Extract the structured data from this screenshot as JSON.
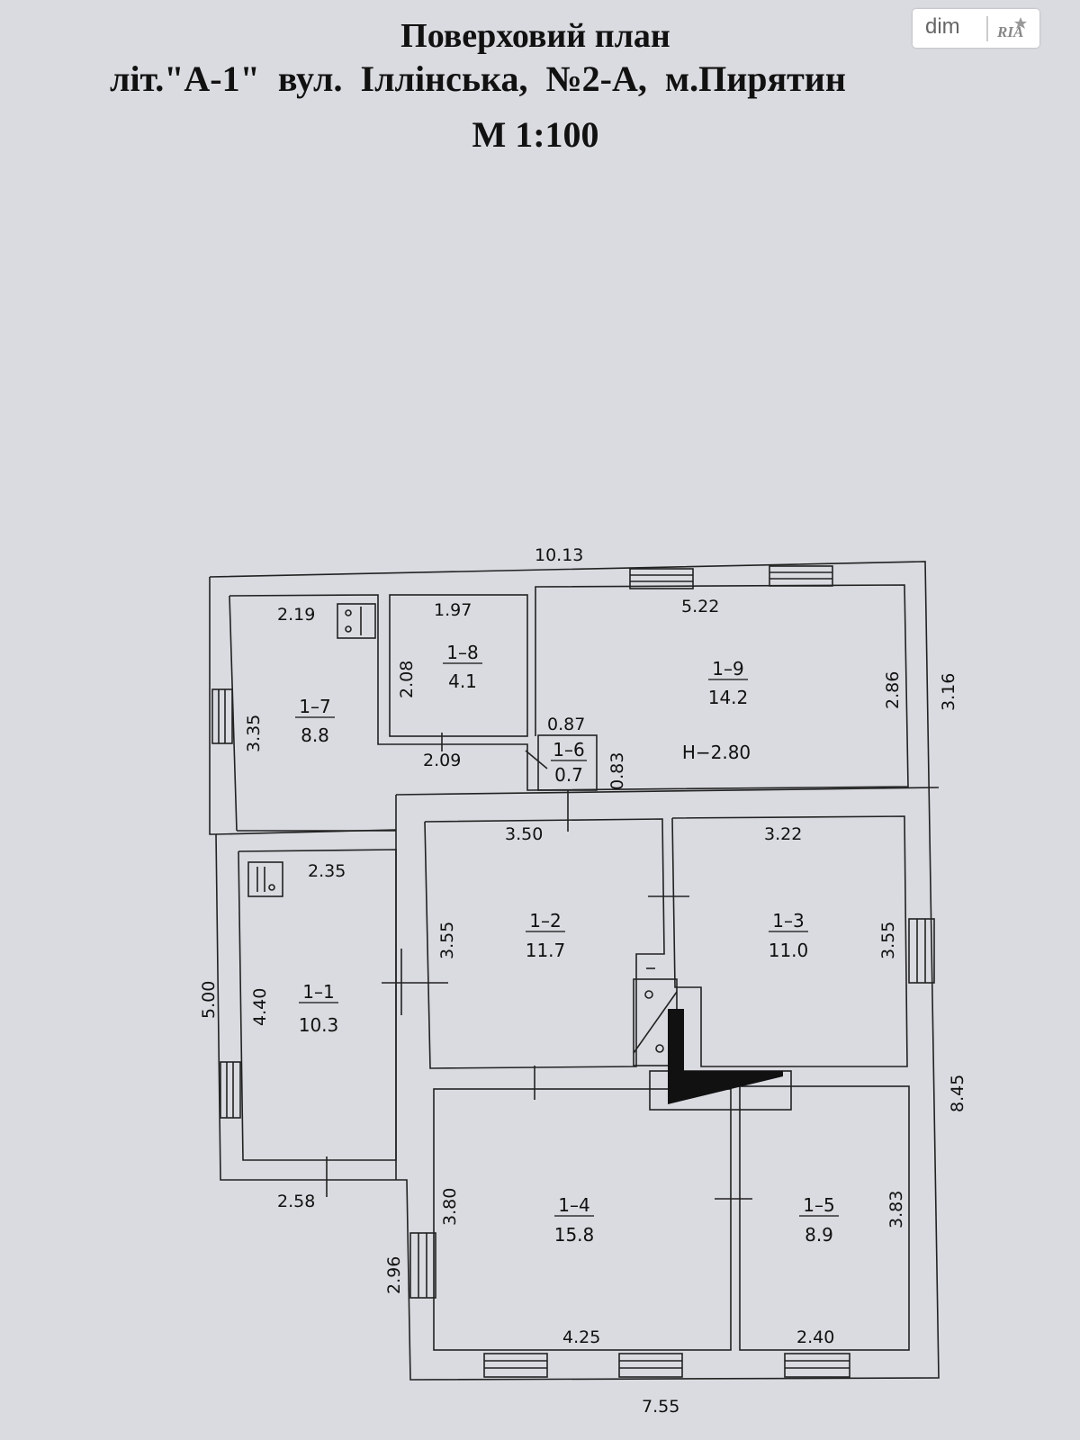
{
  "title": {
    "line1": "Поверховий план",
    "line2": "літ.\"А-1\"  вул. Іллінська,  №2-А,  м.Пирятин",
    "line3": "М 1:100"
  },
  "watermark": {
    "brand": "dim",
    "logo": "RIA"
  },
  "rooms": [
    {
      "id": "1–7",
      "area": "8.8"
    },
    {
      "id": "1–8",
      "area": "4.1"
    },
    {
      "id": "1–9",
      "area": "14.2"
    },
    {
      "id": "1–6",
      "area": "0.7"
    },
    {
      "id": "1–1",
      "area": "10.3"
    },
    {
      "id": "1–2",
      "area": "11.7"
    },
    {
      "id": "1–3",
      "area": "11.0"
    },
    {
      "id": "1–4",
      "area": "15.8"
    },
    {
      "id": "1–5",
      "area": "8.9"
    }
  ],
  "height_label": "Н−2.80",
  "dimensions": {
    "top_total": "10.13",
    "r7_w": "2.19",
    "r7_h": "3.35",
    "r8_w": "1.97",
    "r8_h": "2.08",
    "r8_bottom": "2.09",
    "r9_w": "5.22",
    "r9_h": "2.86",
    "right_upper": "3.16",
    "r6_w": "0.87",
    "r6_h": "0.83",
    "r2_w": "3.50",
    "r2_h": "3.55",
    "r3_w": "3.22",
    "r3_h": "3.55",
    "r1_w": "2.35",
    "r1_h": "4.40",
    "left_total": "5.00",
    "r1_bottom": "2.58",
    "r4_h": "3.80",
    "r4_w": "4.25",
    "left_lower": "2.96",
    "r5_h": "3.83",
    "r5_w": "2.40",
    "right_total": "8.45",
    "bottom_total": "7.55"
  }
}
